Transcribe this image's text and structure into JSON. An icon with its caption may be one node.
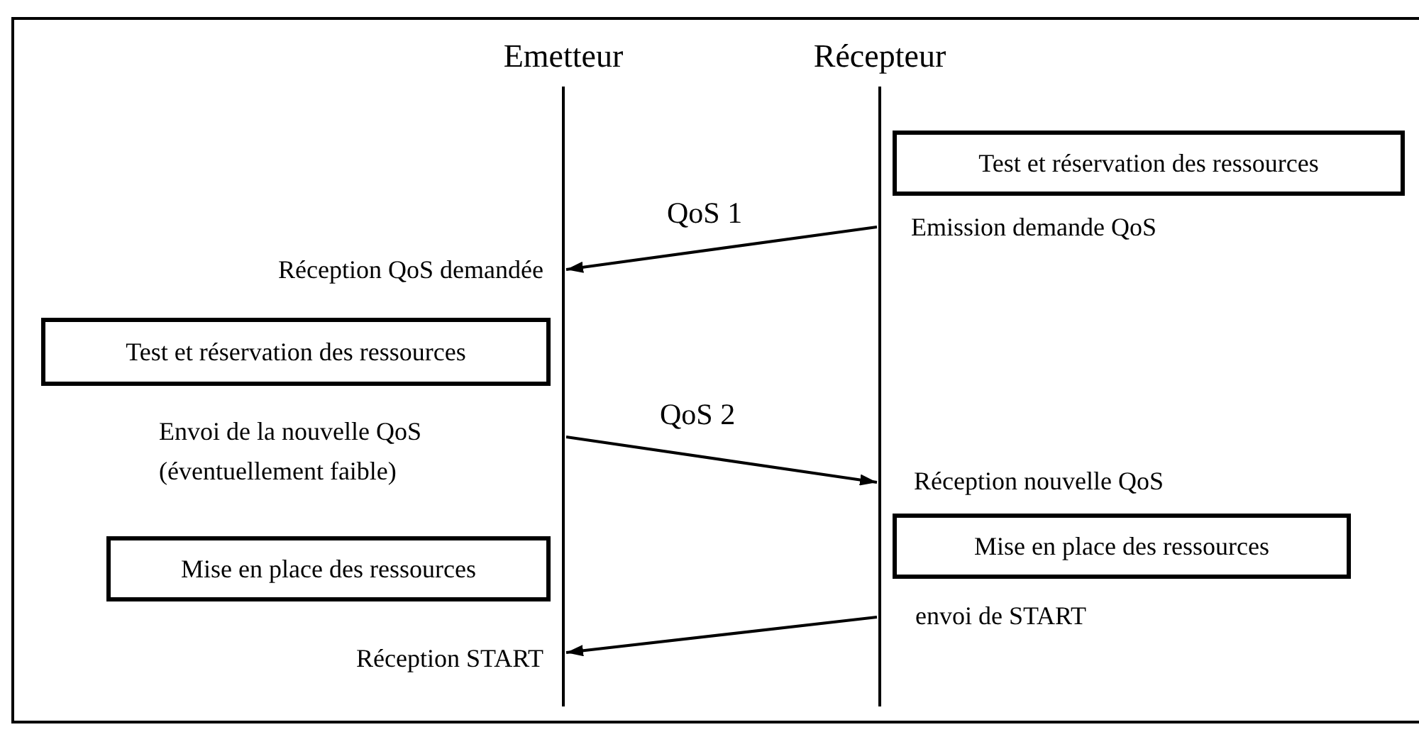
{
  "diagram": {
    "nodes": [
      {
        "text": [
          "Emetteur"
        ]
      },
      {
        "text": [
          "Récepteur"
        ]
      },
      {
        "text": [
          "Test et réservation des ressources"
        ]
      },
      {
        "text": [
          "Test et réservation des ressources"
        ]
      },
      {
        "text": [
          "Mise en place des ressources"
        ]
      },
      {
        "text": [
          "Mise en place des ressources"
        ]
      }
    ],
    "edges": [
      {
        "from": 1,
        "to": 0,
        "arrow": "to",
        "label": "QoS 1"
      },
      {
        "from": 0,
        "to": 1,
        "arrow": "to",
        "label": "QoS 2"
      },
      {
        "from": 1,
        "to": 0,
        "arrow": "to"
      }
    ],
    "labels": [
      "Emission demande QoS",
      "Réception QoS demandée",
      "Envoi de la nouvelle QoS (éventuellement faible)",
      "Réception nouvelle QoS",
      "envoi de START",
      "Réception START"
    ]
  }
}
